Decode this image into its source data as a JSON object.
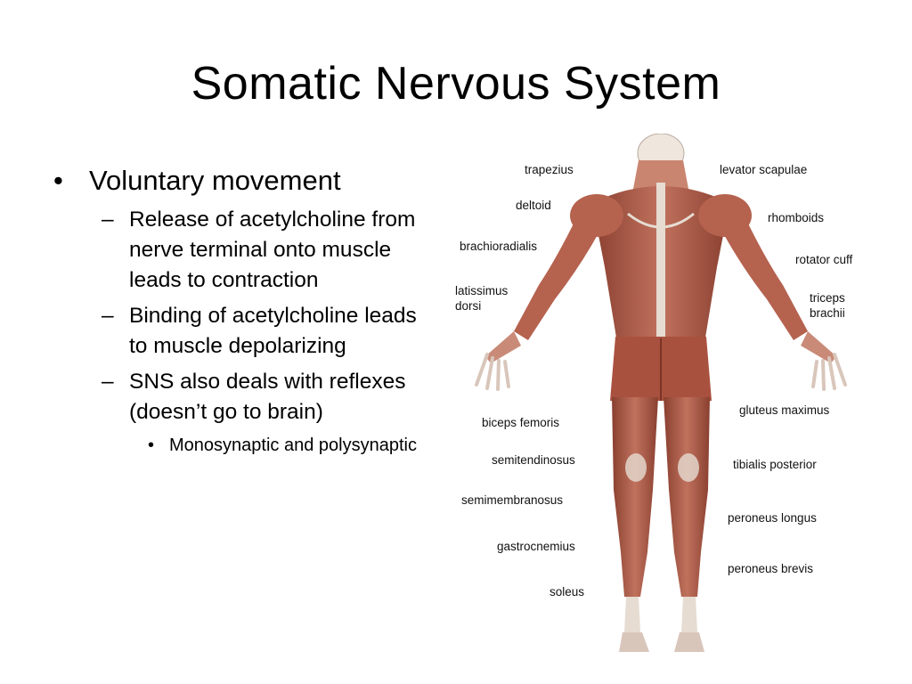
{
  "slide": {
    "title": "Somatic Nervous System",
    "bullets": {
      "main": "Voluntary movement",
      "sub1": "Release of acetylcholine from nerve terminal onto muscle leads to contraction",
      "sub2": "Binding of acetylcholine leads to muscle depolarizing",
      "sub3": "SNS also deals with reflexes (doesn’t go to brain)",
      "sub3_child": "Monosynaptic and polysynaptic"
    },
    "bullet_marks": {
      "level1": "•",
      "level2": "–",
      "level3": "•"
    }
  },
  "figure": {
    "labels": {
      "trapezius": "trapezius",
      "levator_scapulae": "levator scapulae",
      "deltoid": "deltoid",
      "rhomboids": "rhomboids",
      "brachioradialis": "brachioradialis",
      "rotator_cuff": "rotator cuff",
      "latissimus_dorsi": "latissimus dorsi",
      "triceps_brachii": "triceps brachii",
      "biceps_femoris": "biceps femoris",
      "gluteus_maximus": "gluteus maximus",
      "semitendinosus": "semitendinosus",
      "tibialis_posterior": "tibialis posterior",
      "semimembranosus": "semimembranosus",
      "peroneus_longus": "peroneus longus",
      "gastrocnemius": "gastrocnemius",
      "peroneus_brevis": "peroneus brevis",
      "soleus": "soleus"
    },
    "colors": {
      "muscle": "#b5624f",
      "muscle_dark": "#8a3f30",
      "tendon": "#e6dcd2",
      "skin": "#efe6de"
    }
  }
}
